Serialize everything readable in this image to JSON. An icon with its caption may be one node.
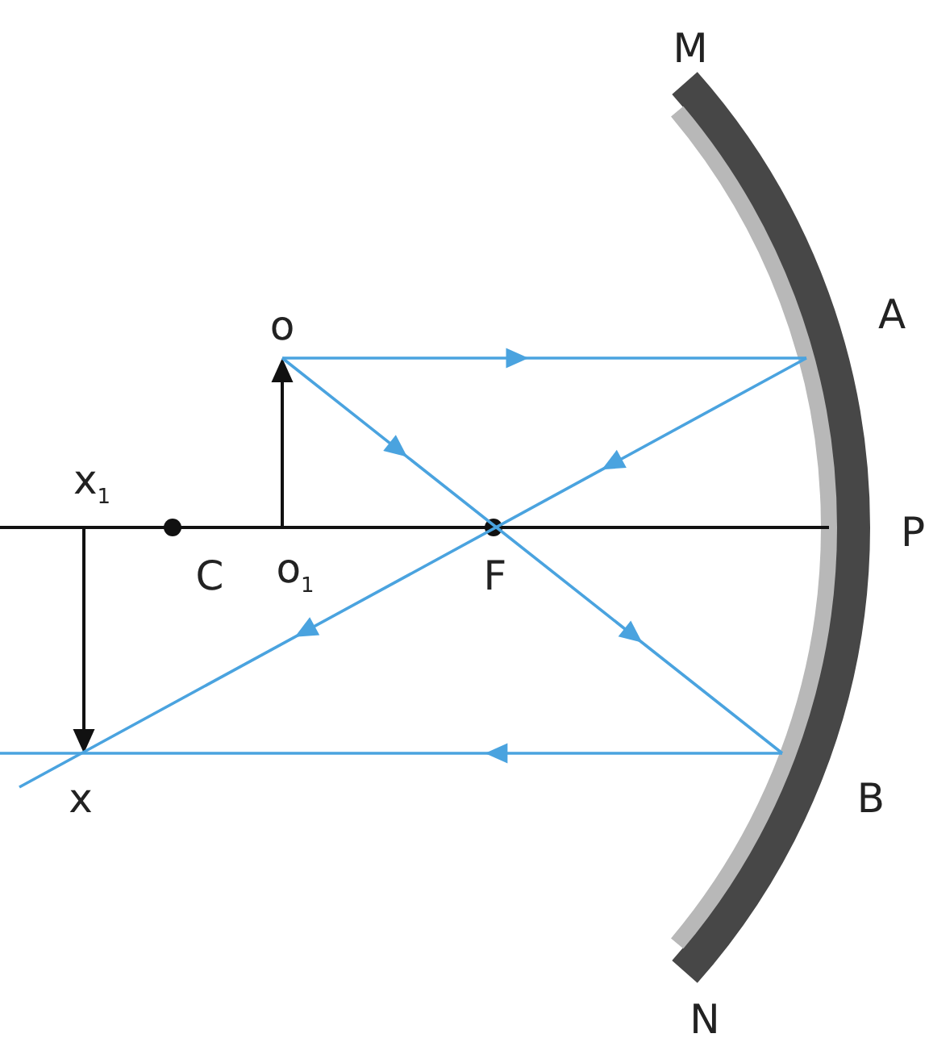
{
  "diagram": {
    "labels": [
      "M",
      "A",
      "o",
      "x$_{1}$",
      "C",
      "o$_{1}$",
      "F",
      "P",
      "x",
      "B",
      "N"
    ]
  }
}
